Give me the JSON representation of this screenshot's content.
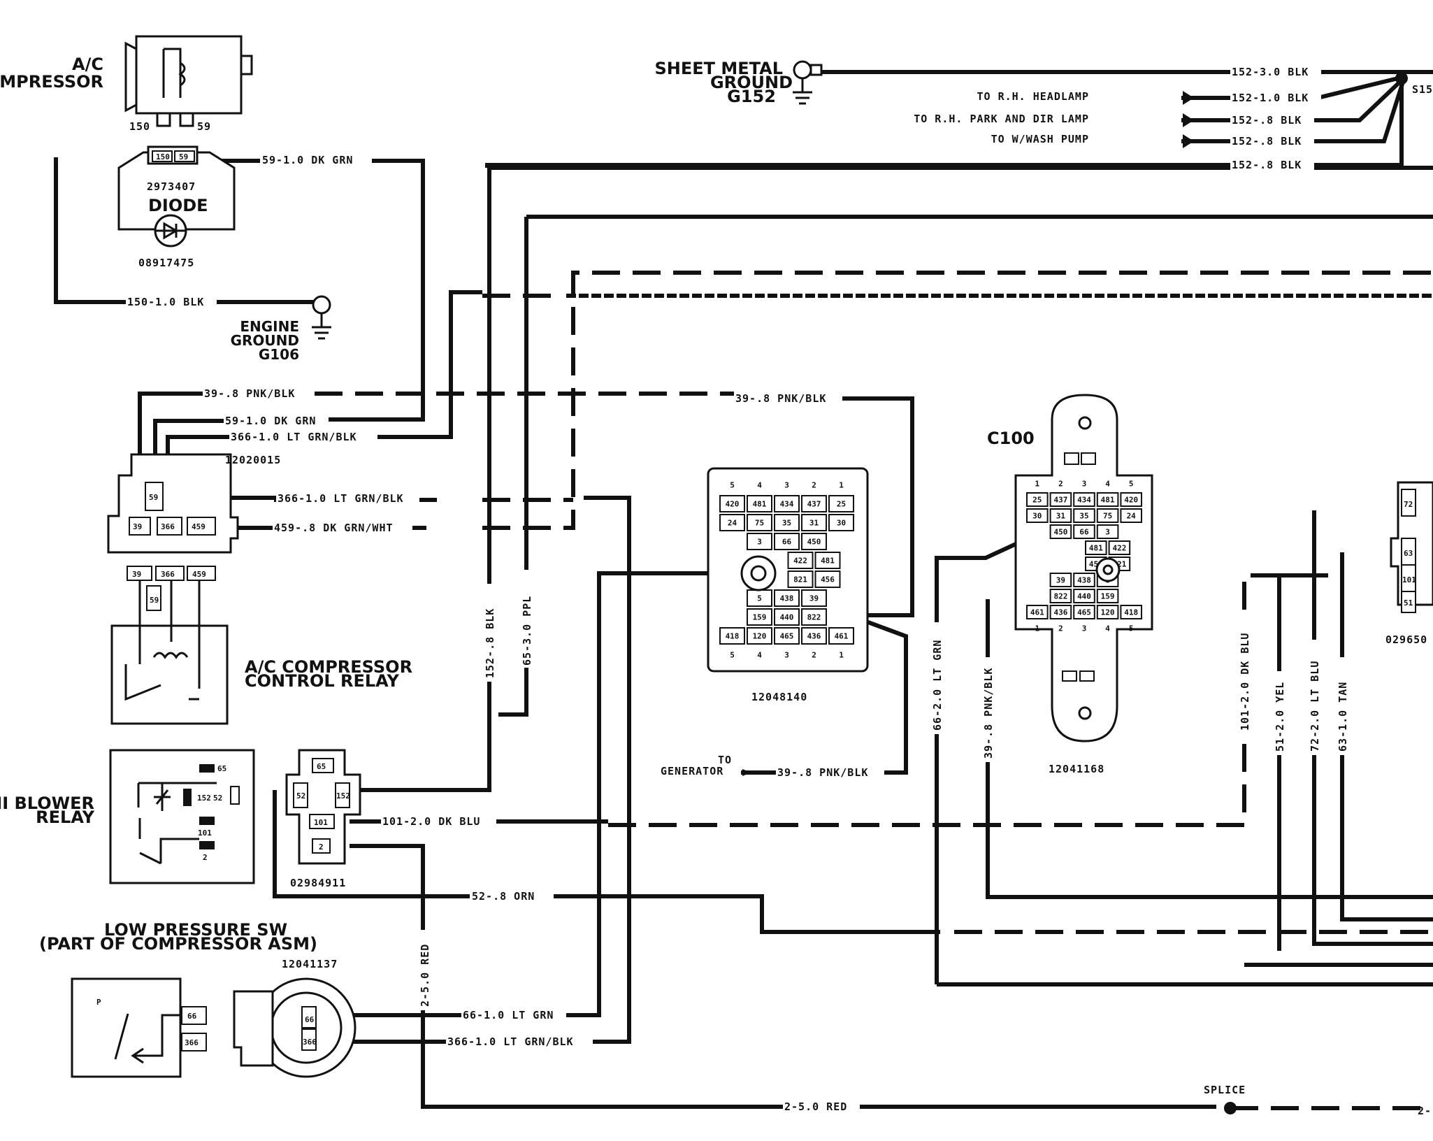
{
  "components": {
    "ac_compressor": {
      "title_l1": "A/C",
      "title_l2": "COMPRESSOR",
      "pin_a": "150",
      "pin_b": "59"
    },
    "diode": {
      "part": "2973407",
      "title": "DIODE",
      "part2": "08917475",
      "pin_a": "150",
      "pin_b": "59"
    },
    "engine_ground": {
      "l1": "ENGINE",
      "l2": "GROUND",
      "l3": "G106"
    },
    "sheet_metal_ground": {
      "l1": "SHEET METAL",
      "l2": "GROUND",
      "l3": "G152"
    },
    "relay_connector": {
      "part": "12020015",
      "pins": [
        "39",
        "366",
        "459",
        "59"
      ]
    },
    "ac_control_relay": {
      "l1": "A/C COMPRESSOR",
      "l2": "CONTROL RELAY",
      "pins": [
        "39",
        "366",
        "459",
        "59"
      ]
    },
    "hi_blower_relay": {
      "l1": "HI BLOWER",
      "l2": "RELAY",
      "pins": [
        "65",
        "152",
        "52",
        "101",
        "2"
      ]
    },
    "blower_connector": {
      "part": "02984911",
      "pins": [
        "65",
        "52",
        "152",
        "101",
        "2"
      ]
    },
    "low_pressure_sw": {
      "l1": "LOW PRESSURE SW",
      "l2": "(PART OF COMPRESSOR ASM)",
      "part": "12041137",
      "p": "P",
      "pins": [
        "66",
        "366"
      ]
    },
    "c100": {
      "title": "C100",
      "part": "12041168"
    },
    "left_block": {
      "part": "12048140"
    },
    "right_conn": {
      "part": "029650",
      "pins": [
        "72",
        "63",
        "101",
        "51"
      ]
    },
    "splice": {
      "label": "SPLICE"
    },
    "s15": {
      "label": "S15"
    },
    "generator": {
      "l1": "TO",
      "l2": "GENERATOR"
    }
  },
  "wires": {
    "w59_top": "59-1.0 DK GRN",
    "w150": "150-1.0 BLK",
    "w39_a": "39-.8 PNK/BLK",
    "w59_b": "59-1.0 DK GRN",
    "w366_a": "366-1.0 LT GRN/BLK",
    "w366_b": "366-1.0 LT GRN/BLK",
    "w459": "459-.8 DK GRN/WHT",
    "w39_mid": "39-.8 PNK/BLK",
    "w39_gen": "39-.8 PNK/BLK",
    "w101": "101-2.0 DK BLU",
    "w52": "52-.8 ORN",
    "w66": "66-1.0 LT GRN",
    "w366_c": "366-1.0 LT GRN/BLK",
    "w2_h": "2-5.0 RED",
    "w2_v": "2-5.0 RED",
    "w2_end": "2-",
    "w152_v": "152-.8 BLK",
    "w65_v": "65-3.0 PPL",
    "w66_v": "66-2.0 LT GRN",
    "w39_v": "39-.8 PNK/BLK",
    "w101_v": "101-2.0 DK BLU",
    "w51_v": "51-2.0 YEL",
    "w72_v": "72-2.0 LT BLU",
    "w63_v": "63-1.0 TAN",
    "g1": "152-3.0 BLK",
    "g2": "152-1.0 BLK",
    "g3": "152-.8 BLK",
    "g4": "152-.8 BLK",
    "g5": "152-.8 BLK",
    "to_headlamp": "TO R.H. HEADLAMP",
    "to_park": "TO R.H. PARK AND DIR LAMP",
    "to_wash": "TO W/WASH PUMP"
  },
  "blocks": {
    "left_rows": [
      [
        "5",
        "4",
        "3",
        "2",
        "1"
      ],
      [
        "420",
        "481",
        "434",
        "437",
        "25"
      ],
      [
        "24",
        "75",
        "35",
        "31",
        "30"
      ],
      [
        "3",
        "66",
        "450"
      ],
      [
        "422",
        "481"
      ],
      [
        "821",
        "456"
      ],
      [
        "5",
        "438",
        "39"
      ],
      [
        "159",
        "440",
        "822"
      ],
      [
        "418",
        "120",
        "465",
        "436",
        "461"
      ],
      [
        "5",
        "4",
        "3",
        "2",
        "1"
      ]
    ],
    "c100_rows": [
      [
        "1",
        "2",
        "3",
        "4",
        "5"
      ],
      [
        "25",
        "437",
        "434",
        "481",
        "420"
      ],
      [
        "30",
        "31",
        "35",
        "75",
        "24"
      ],
      [
        "450",
        "66",
        "3"
      ],
      [
        "481",
        "422"
      ],
      [
        "456",
        "821"
      ],
      [
        "39",
        "438",
        "8"
      ],
      [
        "822",
        "440",
        "159"
      ],
      [
        "461",
        "436",
        "465",
        "120",
        "418"
      ],
      [
        "1",
        "2",
        "3",
        "4",
        "5"
      ]
    ]
  }
}
